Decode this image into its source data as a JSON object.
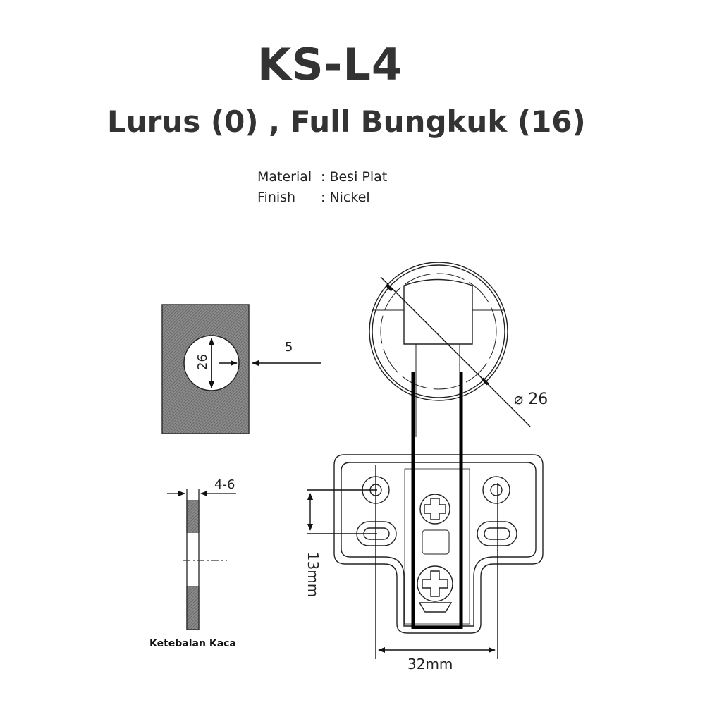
{
  "header": {
    "model": "KS-L4",
    "variants": "Lurus (0) , Full Bungkuk (16)"
  },
  "specs": [
    {
      "label": "Material",
      "value": ": Besi Plat"
    },
    {
      "label": "Finish",
      "value": ": Nickel"
    }
  ],
  "drilling_view": {
    "hole_diameter": "26",
    "edge_distance": "5"
  },
  "glass_view": {
    "thickness": "4-6",
    "caption": "Ketebalan Kaca"
  },
  "hinge_view": {
    "cup_diameter": "⌀ 26",
    "hole_offset": "13mm",
    "hole_spacing": "32mm"
  }
}
